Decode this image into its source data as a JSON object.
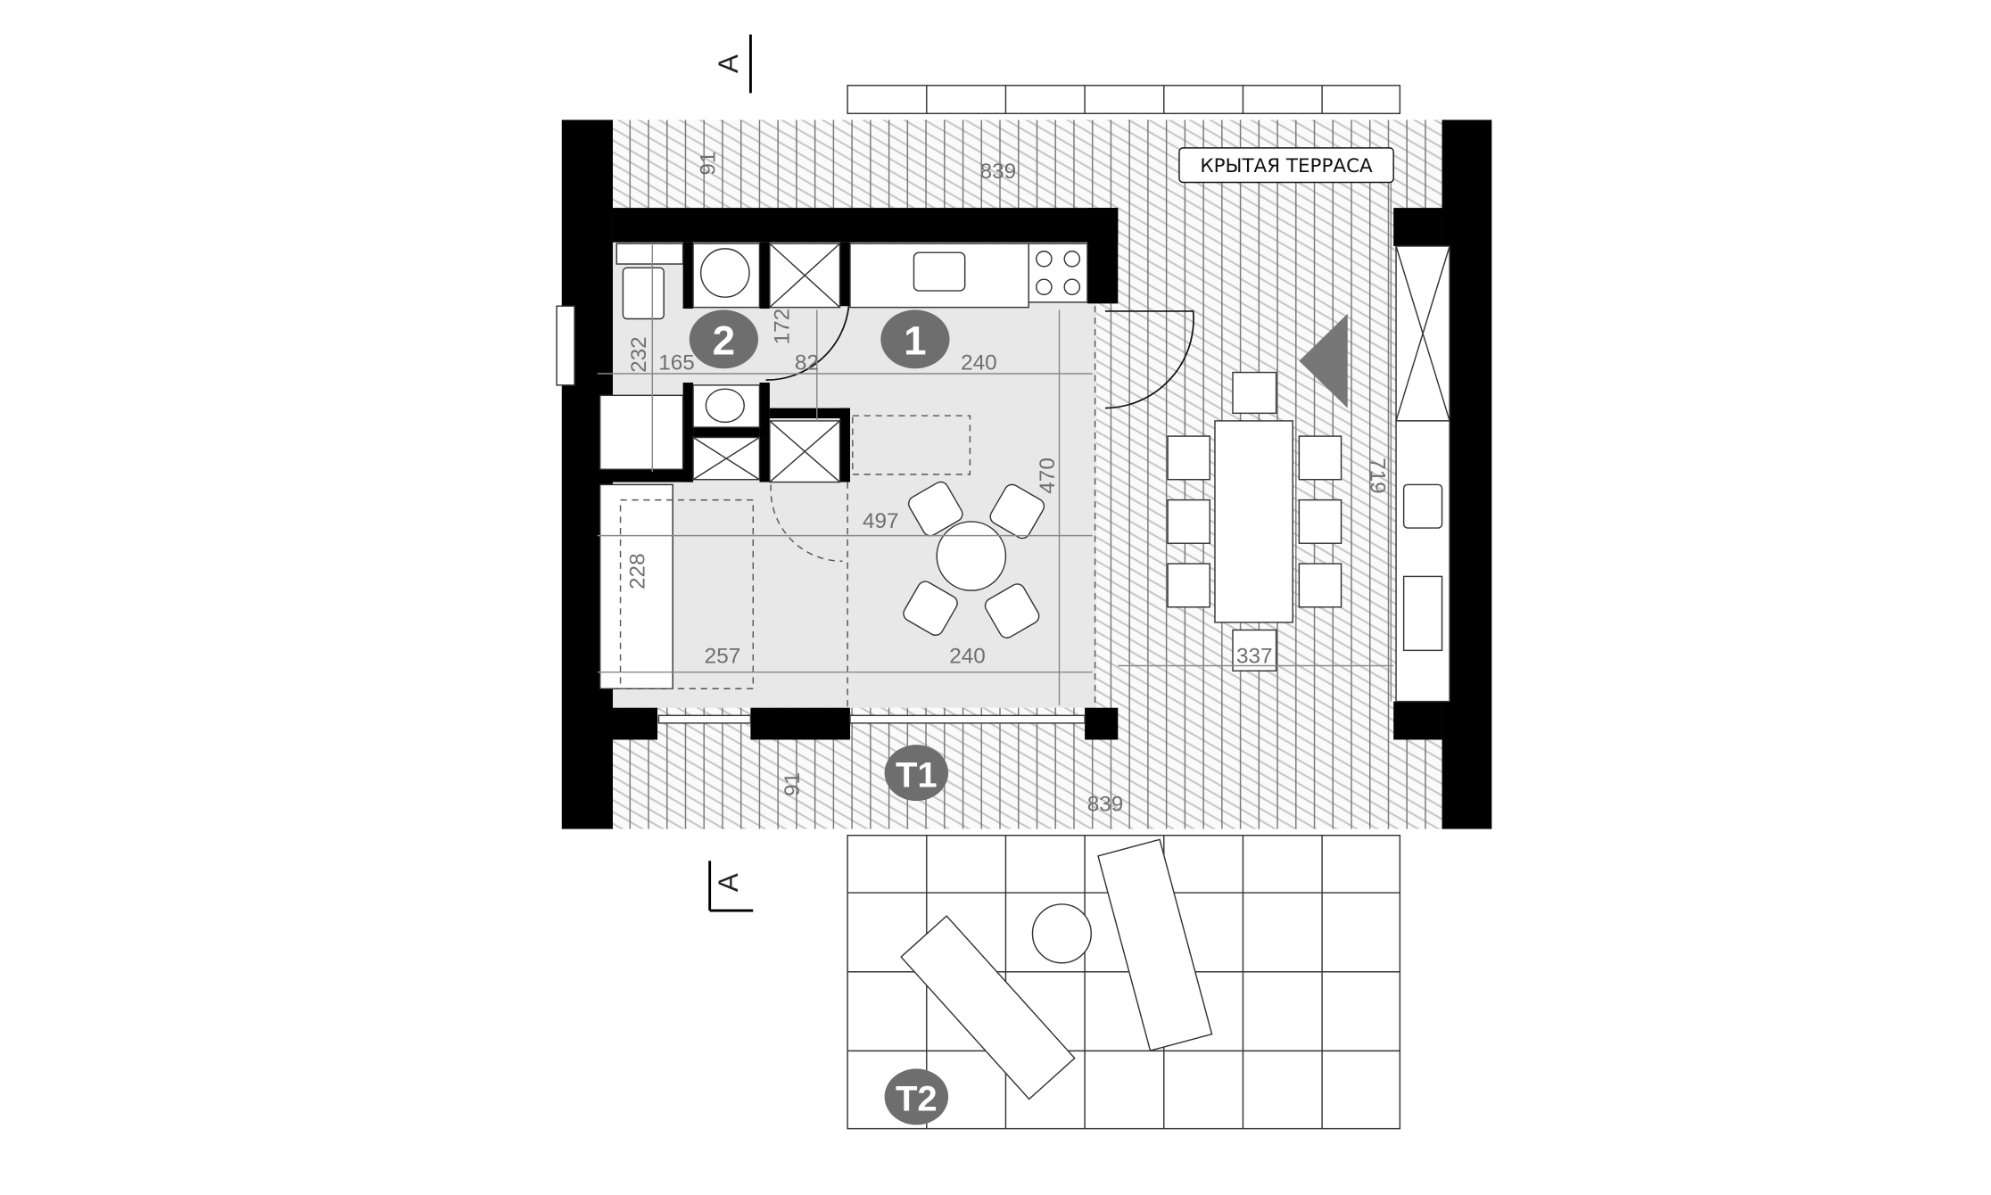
{
  "plan": {
    "terrace_label": "КРЫТАЯ ТЕРРАСА",
    "section_mark": "A",
    "rooms": [
      {
        "number": "1"
      },
      {
        "number": "2"
      }
    ],
    "terraces": [
      {
        "label": "T1"
      },
      {
        "label": "T2"
      }
    ],
    "dimensions": {
      "top_depth": "91",
      "top_width": "839",
      "bath_height": "232",
      "bath_width": "165",
      "door_width": "82",
      "hall_height": "172",
      "kitchen_width": "240",
      "room_height": "470",
      "room_width": "497",
      "sofa_height": "228",
      "living_width": "257",
      "dining_width": "240",
      "terrace_width": "337",
      "terrace_height": "719",
      "bottom_depth": "91",
      "bottom_width": "839"
    },
    "colors": {
      "wall": "#000000",
      "floor": "#e8e8e8",
      "badge": "#6e6e6e",
      "dimension": "#6f6f6f"
    }
  }
}
